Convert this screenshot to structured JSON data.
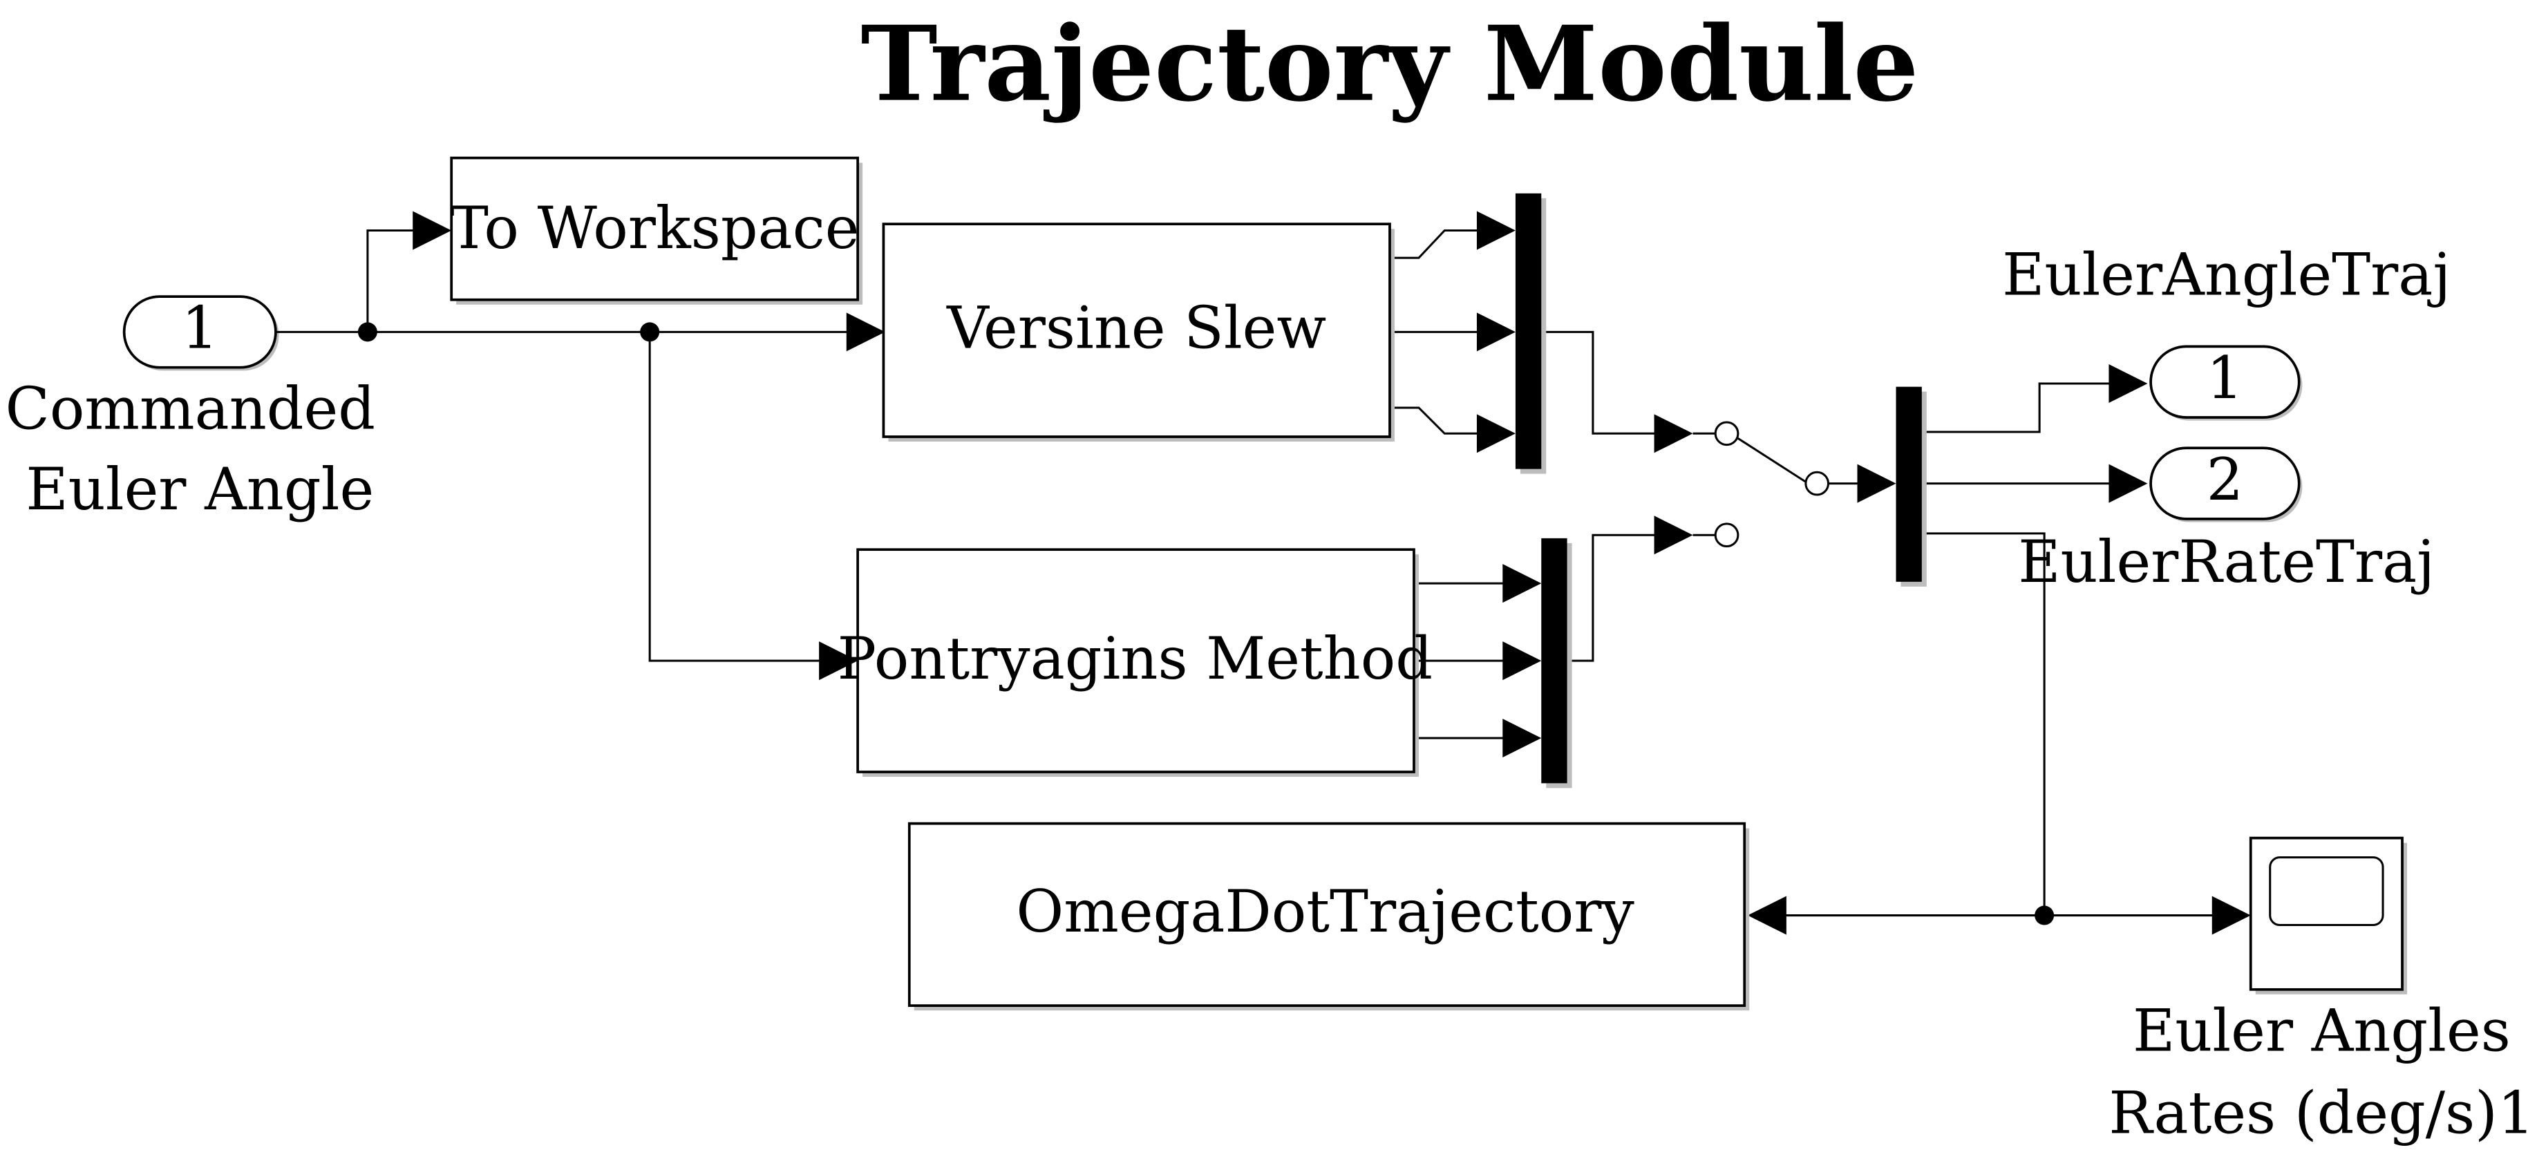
{
  "title": "Trajectory Module",
  "blocks": {
    "to_workspace": "To Workspace",
    "versine_slew": "Versine Slew",
    "pontryagins": "Pontryagins Method",
    "omega_dot": "OmegaDotTrajectory"
  },
  "inport": {
    "number": "1",
    "label_line1": "Commanded",
    "label_line2": "Euler Angle"
  },
  "outports": [
    {
      "number": "1",
      "label": "EulerAngleTraj"
    },
    {
      "number": "2",
      "label": "EulerRateTraj"
    }
  ],
  "scope": {
    "label_line1": "Euler Angles",
    "label_line2": "Rates (deg/s)1"
  }
}
